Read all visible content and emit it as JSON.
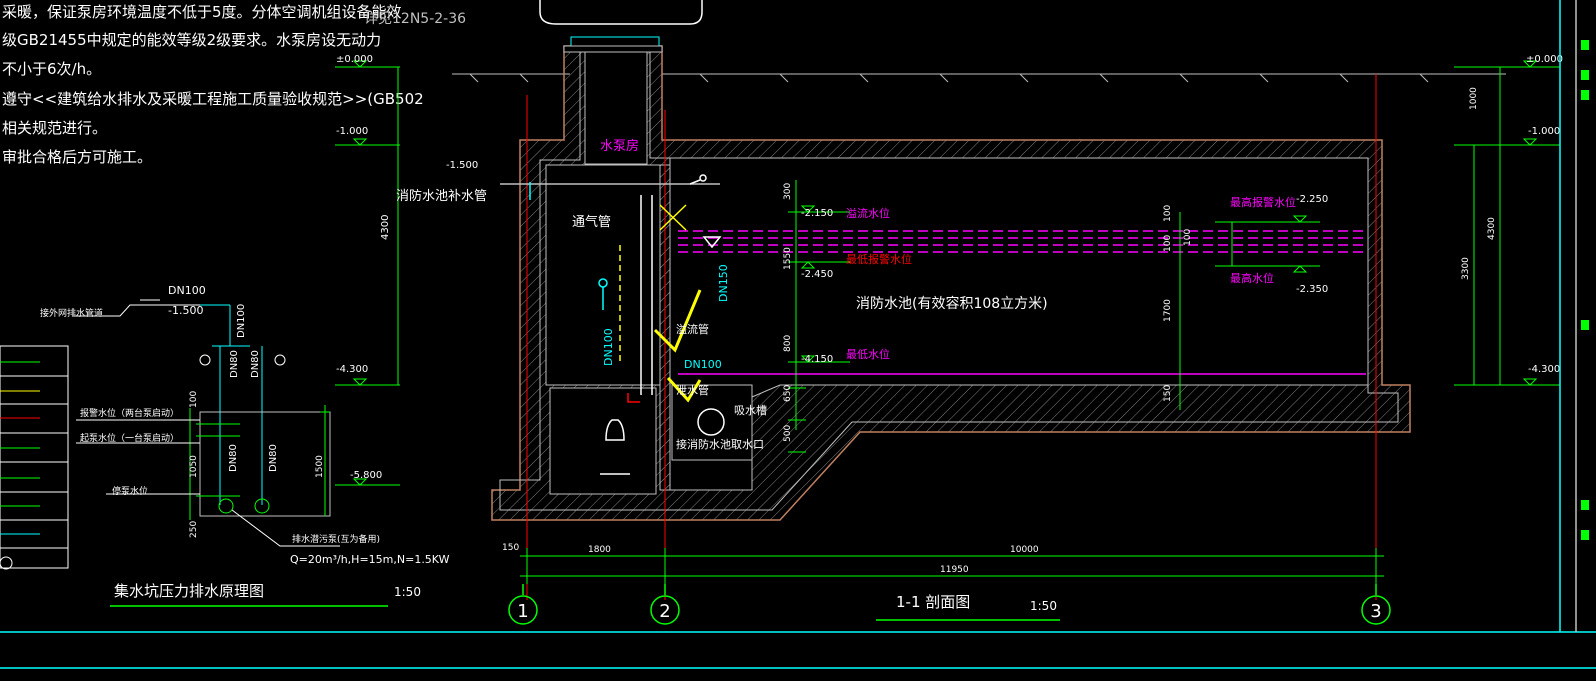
{
  "notes": {
    "line1": "采暖，保证泵房环境温度不低于5度。分体空调机组设备能效",
    "line2": "级GB21455中规定的能效等级2级要求。水泵房设无动力",
    "line3": "不小于6次/h。",
    "line4": "遵守<<建筑给水排水及采暖工程施工质量验收规范>>(GB502",
    "line5": "相关规范进行。",
    "line6": "审批合格后方可施工。"
  },
  "detail_ref": "详见12N5-2-36",
  "left_diagram": {
    "title": "集水坑压力排水原理图",
    "scale": "1:50",
    "pipe_label": "接外网排水管道",
    "pipe_size": "DN100",
    "pipe_elev": "-1.500",
    "riser_size": "DN100",
    "branch_size_1": "DN80",
    "branch_size_2": "DN80",
    "vertical_size_1": "DN80",
    "vertical_size_2": "DN80",
    "level_alarm": "报警水位（两台泵启动）",
    "level_start": "起泵水位（一台泵启动）",
    "level_stop": "停泵水位",
    "dim_100": "100",
    "dim_1050": "1050",
    "dim_1500": "1500",
    "dim_250": "250",
    "pump_label": "排水潜污泵(互为备用)",
    "pump_spec": "Q=20m³/h,H=15m,N=1.5KW"
  },
  "elevations_left": {
    "e0": "±0.000",
    "e1": "-1.000",
    "e2": "-4.300",
    "e3": "-5.800",
    "dim_4300": "4300"
  },
  "section": {
    "title": "1-1 剖面图",
    "scale": "1:50",
    "pump_room": "水泵房",
    "makeup_pipe": "消防水池补水管",
    "makeup_elev": "-1.500",
    "vent_pipe": "通气管",
    "pool_label": "消防水池(有效容积108立方米)",
    "overflow_level": "溢流水位",
    "overflow_elev": "-2.150",
    "min_alarm": "最低报警水位",
    "min_alarm_elev": "-2.450",
    "min_level": "最低水位",
    "min_level_elev": "-4.150",
    "max_alarm": "最高报警水位",
    "max_alarm_elev": "-2.250",
    "max_level": "最高水位",
    "max_level_elev": "-2.350",
    "overflow_pipe": "溢流管",
    "drain_pipe": "泄水管",
    "suction_pipe": "吸水槽",
    "fire_intake": "接消防水池取水口",
    "dn150": "DN150",
    "dn100a": "DN100",
    "dn100b": "DN100",
    "dim_300": "300",
    "dim_1550": "1550",
    "dim_800": "800",
    "dim_650": "650",
    "dim_500": "500",
    "dim_100a": "100",
    "dim_100b": "100",
    "dim_100c": "100",
    "dim_1700": "1700",
    "dim_150v": "150",
    "dim_150": "150",
    "dim_1800": "1800",
    "dim_10000": "10000",
    "dim_11950": "11950",
    "right_dim_1000": "1000",
    "right_dim_3300": "3300",
    "right_dim_4300": "4300",
    "right_e0": "±0.000",
    "right_e1": "-1.000",
    "right_e2": "-4.300",
    "axis1": "1",
    "axis2": "2",
    "axis3": "3"
  },
  "colors": {
    "green": "#00ff00",
    "yellow": "#ffff00",
    "magenta": "#ff00ff",
    "red": "#ff0000",
    "cyan": "#00ffff",
    "white": "#ffffff",
    "grey": "#c0c0c0"
  }
}
